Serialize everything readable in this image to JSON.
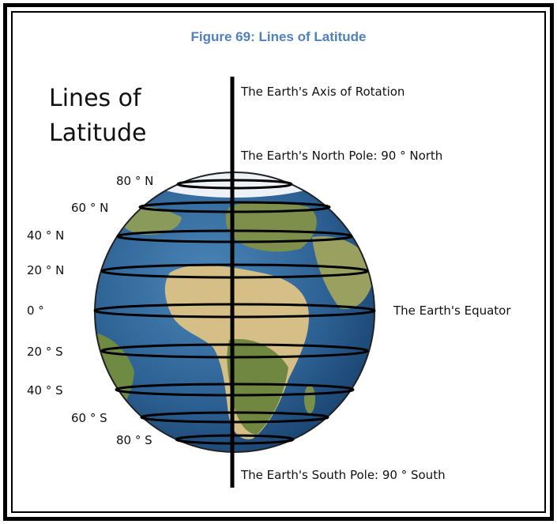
{
  "caption": "Figure 69: Lines of Latitude",
  "title_line1": "Lines of",
  "title_line2": "Latitude",
  "axis_label": "The Earth's Axis of Rotation",
  "north_pole_label": "The Earth's North Pole: 90 ° North",
  "south_pole_label": "The Earth's South Pole: 90 ° South",
  "equator_label": "The Earth's Equator",
  "latitudes": [
    {
      "label": "80 ° N"
    },
    {
      "label": "60 ° N"
    },
    {
      "label": "40 ° N"
    },
    {
      "label": "20 ° N"
    },
    {
      "label": "0 °"
    },
    {
      "label": "20 ° S"
    },
    {
      "label": "40 ° S"
    },
    {
      "label": "60 ° S"
    },
    {
      "label": "80 ° S"
    }
  ],
  "colors": {
    "caption": "#4f81bd",
    "ocean": "#2e5f8f",
    "land": "#7a8a45",
    "desert": "#d8c08a",
    "ice": "#f2f5f8",
    "lines": "#000000"
  }
}
